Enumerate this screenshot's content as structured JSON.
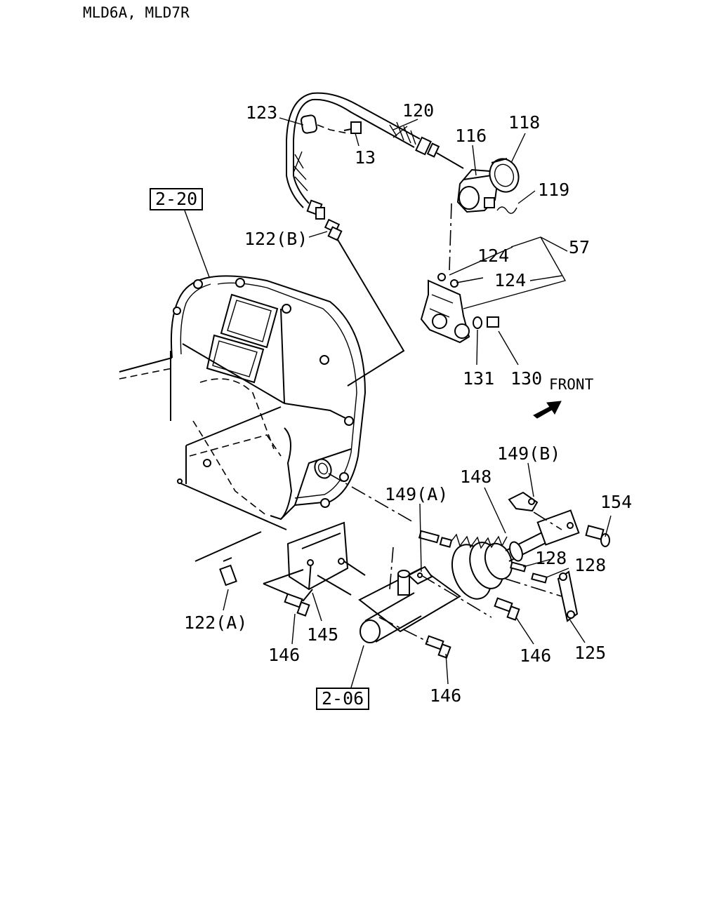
{
  "header": {
    "models": "MLD6A, MLD7R"
  },
  "references": {
    "ref_2_20": "2-20",
    "ref_2_06": "2-06"
  },
  "direction": {
    "label": "FRONT"
  },
  "parts": {
    "p123": "123",
    "p120": "120",
    "p13": "13",
    "p116": "116",
    "p118": "118",
    "p119": "119",
    "p122b": "122(B)",
    "p124a": "124",
    "p124b": "124",
    "p57": "57",
    "p131": "131",
    "p130": "130",
    "p149b": "149(B)",
    "p148": "148",
    "p149a": "149(A)",
    "p154": "154",
    "p128a": "128",
    "p128b": "128",
    "p122a": "122(A)",
    "p145": "145",
    "p146a": "146",
    "p146b": "146",
    "p146c": "146",
    "p125": "125"
  }
}
